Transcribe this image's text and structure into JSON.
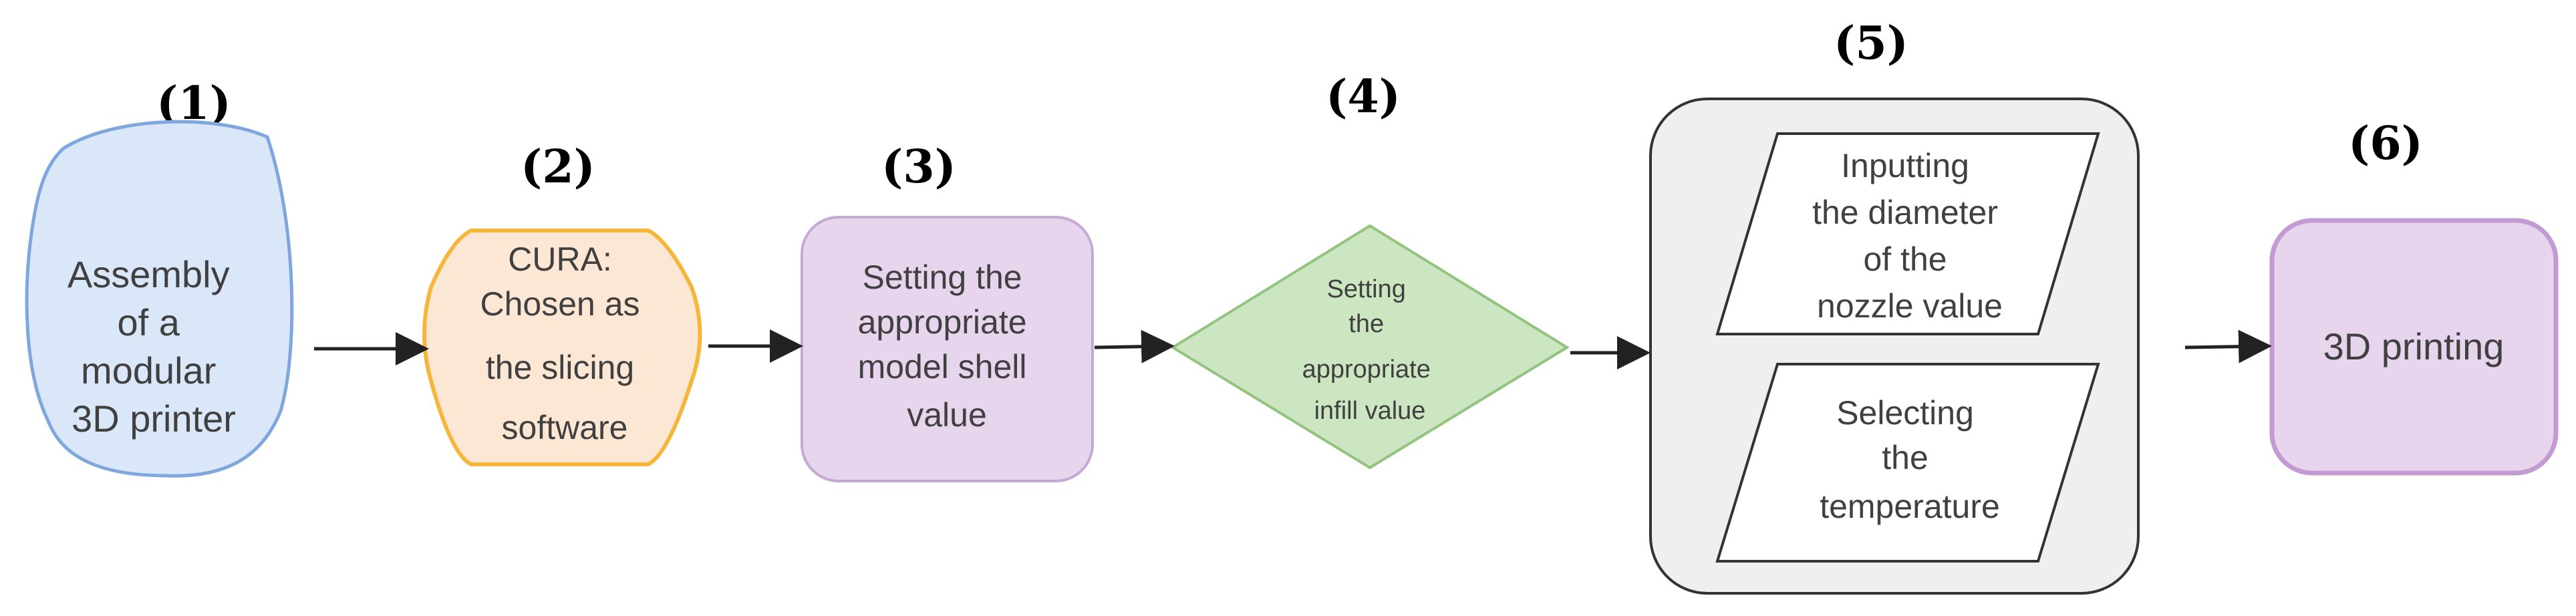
{
  "steps": [
    {
      "number": "(1)",
      "lines": [
        "Assembly",
        "of a",
        "modular",
        "3D printer"
      ]
    },
    {
      "number": "(2)",
      "lines": [
        "CURA:",
        "Chosen as",
        "the slicing",
        "software"
      ]
    },
    {
      "number": "(3)",
      "lines": [
        "Setting the",
        "appropriate",
        "model shell",
        "value"
      ]
    },
    {
      "number": "(4)",
      "lines": [
        "Setting",
        "the",
        "appropriate",
        "infill value"
      ]
    },
    {
      "number": "(5)",
      "substeps": [
        {
          "lines": [
            "Inputting",
            "the diameter",
            "of the",
            "nozzle value"
          ]
        },
        {
          "lines": [
            "Selecting",
            "the",
            "temperature"
          ]
        }
      ]
    },
    {
      "number": "(6)",
      "lines": [
        "3D printing"
      ]
    }
  ],
  "colors": {
    "step1_fill": "#DAE7F9",
    "step1_stroke": "#7FA7DE",
    "step2_fill": "#FCE7D4",
    "step2_stroke": "#F5B63C",
    "step3_fill": "#E6D5EC",
    "step3_stroke": "#C4A9D2",
    "step4_fill": "#CDE6C2",
    "step4_stroke": "#93C47D",
    "step5_fill": "#EFEFEF",
    "step5_stroke": "#333333",
    "step6_fill": "#E6D5EC",
    "step6_stroke": "#C49AD2"
  }
}
